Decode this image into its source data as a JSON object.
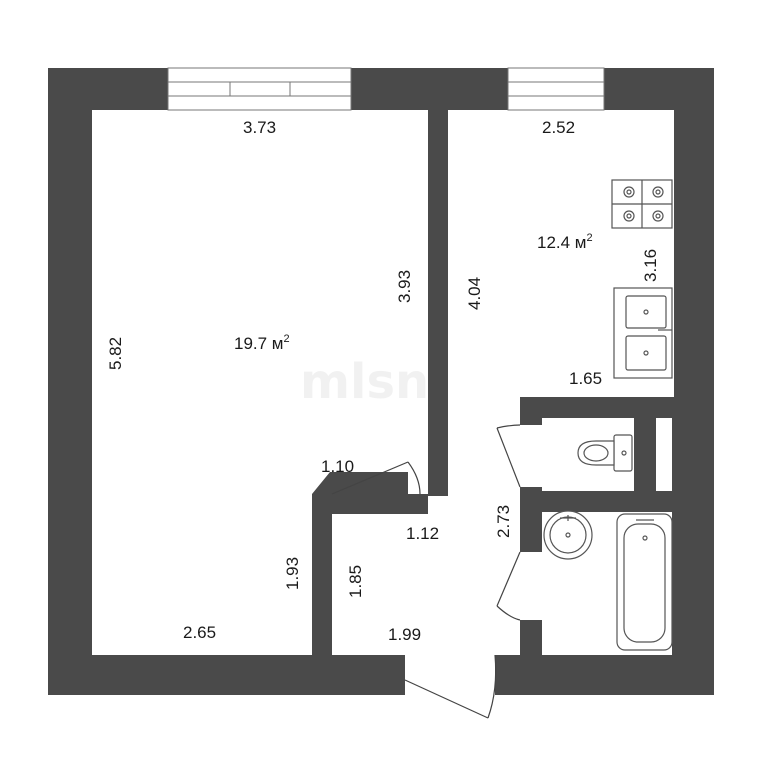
{
  "rooms": {
    "living": {
      "area": "19.7 м",
      "area_sup": "2"
    },
    "kitchen": {
      "area": "12.4 м",
      "area_sup": "2"
    }
  },
  "dimensions": {
    "living_top": "3.73",
    "living_left": "5.82",
    "living_right": "3.93",
    "living_notch": "1.10",
    "living_lower_left": "1.93",
    "living_bottom": "2.65",
    "kitchen_top": "2.52",
    "kitchen_left": "4.04",
    "kitchen_right": "3.16",
    "kitchen_bottom": "1.65",
    "hall_top": "1.12",
    "hall_left": "1.85",
    "hall_bottom": "1.99",
    "hall_right": "2.73"
  },
  "watermark": "mlsn",
  "colors": {
    "wall": "#4a4a4a",
    "floor": "#ffffff",
    "fixture_stroke": "#555555"
  },
  "icons": [
    "window-icon",
    "door-icon",
    "stove-icon",
    "sink-icon",
    "toilet-icon",
    "washbasin-icon",
    "bathtub-icon"
  ]
}
